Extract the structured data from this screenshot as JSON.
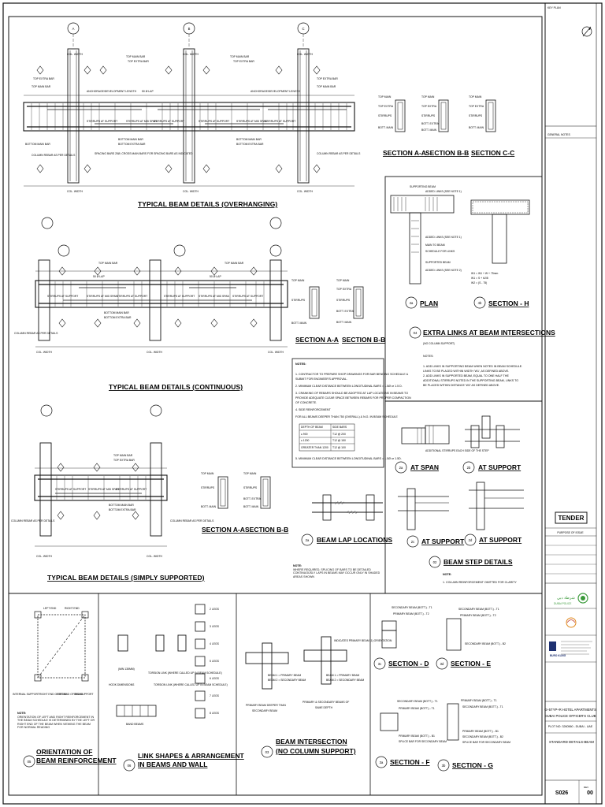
{
  "sheet": {
    "key_plan_label": "KEY PLAN",
    "general_notes_label": "GENERAL NOTES",
    "purpose_of_issue_label": "PURPOSE OF ISSUE",
    "tender_stamp": "TENDER"
  },
  "titles": {
    "overhanging": "TYPICAL BEAM DETAILS (OVERHANGING)",
    "continuous": "TYPICAL BEAM DETAILS (CONTINUOUS)",
    "simply_supported": "TYPICAL BEAM DETAILS (SIMPLY SUPPORTED)"
  },
  "sections_top": [
    "SECTION A-A",
    "SECTION B-B",
    "SECTION C-C"
  ],
  "sections_cont": [
    "SECTION A-A",
    "SECTION B-B"
  ],
  "sections_simple": [
    "SECTION A-A",
    "SECTION B-B"
  ],
  "extra_links": {
    "plan_num": "4a",
    "plan": "PLAN",
    "sec_num": "4b",
    "sec": "SECTION - H",
    "detail_num": "04",
    "detail_title": "EXTRA LINKS AT BEAM INTERSECTIONS",
    "detail_sub": "(NO COLUMN SUPPORT)",
    "notes_label": "NOTES:",
    "notes": [
      "1. ADD LINKS IN SUPPORTING BEAM WHEN NOTED IN BEAM SCHEDULE.",
      "   LINKS TO BE PLACED WITHIN WIDTH 'W1', AS DEFINED ABOVE.",
      "2. ADD LINKS IN SUPPORTED BEAM, EQUAL TO ONE HALF THE",
      "   ADDITIONAL STIRRUPS NOTED IN THE SUPPORTING BEAM, LINKS TO",
      "   BE PLACED WITHIN DISTANCE 'W2' AS DEFINED ABOVE."
    ],
    "plan_labels": [
      "SUPPORTING BEAM",
      "ADDED LINKS (SEE NOTE 1)",
      "MAIN TO BEAM",
      "SCHEDULE FOR LINKS",
      "SUPPORTED BEAM",
      "ADDED LINKS (SEE NOTE 2)"
    ],
    "w_labels": [
      "W1 = W1 + W + 75mm",
      "W1 = S + b2/8",
      "W2 = (S - 75)"
    ]
  },
  "notes_box": {
    "heading": "NOTES:",
    "lines": [
      "1. CONTRACTOR TO PREPARE SHOP DRAWINGS FOR BAR BENDING SCHEDULE &",
      "   SUBMIT FOR ENGINEER'S APPROVAL.",
      "2. MINIMUM CLEAR DISTANCE BETWEEN LONGITUDINAL BARS = 1.5Ø or 1.5 D.",
      "3. CRANKING OF REBARS SHOULD BE ADOPTED AT LAP LOCATIONS IN BEAMS TO",
      "   PROVIDE ADEQUATE CLEAR SPACE BETWEEN REBARS FOR PROPER COMPACTION",
      "   OF CONCRETE.",
      "4. SIDE REINFORCEMENT",
      "   FOR ALL BEAMS DEEPER THAN 750 (OVERALL) & N.G. IN BEAM SCHEDULE",
      "5. MINIMUM CLEAR DISTANCE BETWEEN LONGITUDINAL BARS = 1.5Ø or 1.5D."
    ],
    "table_head": [
      "DEPTH OF BEAM",
      "SIDE BARS"
    ],
    "table_rows": [
      [
        "≤ 900",
        "T12 @ 200"
      ],
      [
        "≤ 1200",
        "T12 @ 150"
      ],
      [
        "GREATER THAN 1200",
        "T12 @ 100"
      ]
    ]
  },
  "lap": {
    "num": "2a",
    "title": "BEAM LAP LOCATIONS",
    "note_label": "NOTE:",
    "note": "WHERE REQUIRED, SPLICING OF BARS TO BE DETAILED CONTINUOUSLY LAPS IN BEAMS MAY OCCUR ONLY IN SHADED AREAS SHOWN"
  },
  "step": {
    "a_num": "2a",
    "a": "AT SPAN",
    "b_num": "2b",
    "b": "AT SUPPORT",
    "c_num": "2c",
    "c": "AT SUPPORT",
    "d_num": "2d",
    "d": "AT SUPPORT",
    "detail_num": "02",
    "detail_title": "BEAM STEP DETAILS",
    "note_label": "NOTE:",
    "note": "1. COLUMN REINFORCEMENT OMITTED FOR CLARITY",
    "labels": [
      "ADDITIONAL STIRRUPS EACH SIDE OF THE STEP"
    ]
  },
  "orientation": {
    "num": "05",
    "title_1": "ORIENTATION OF",
    "title_2": "BEAM REINFORCEMENT",
    "labels": [
      "LEFT END",
      "RIGHT END",
      "INTERNAL SUPPORT",
      "RIGHT END OF BEAM",
      "LEFT END OF BEAM",
      "END SUPPORT"
    ],
    "note_label": "NOTE:",
    "note": "ORIENTATION OF LEFT AND RIGHT REINFORCEMENT IN THE BEAM SCHEDULE IS DETERMINED BY THE LEFT OR RIGHT END OF THE BEAM WHEN VIEWING THE BEAM FOR NORMAL READING"
  },
  "links": {
    "num": "06",
    "title_1": "LINK SHAPES & ARRANGEMENT",
    "title_2": "IN BEAMS AND WALL",
    "labels": [
      "HOOK DIMENSIONS",
      "TORSION LINK (WHERE CALLED UP IN BEAM SCHEDULE)",
      "BAND BEAMS",
      "(MIN 135MM)"
    ],
    "legs": [
      "2 LEGS",
      "3 LEGS",
      "4 LEGS",
      "5 LEGS",
      "6 LEGS",
      "7 LEGS",
      "8 LEGS"
    ]
  },
  "intersection": {
    "num": "03",
    "title_1": "BEAM INTERSECTION",
    "title_2": "(NO COLUMN SUPPORT)",
    "caption_1a": "PRIMARY BEAM DEEPER THAN",
    "caption_1b": "SECONDARY BEAM",
    "caption_2a": "PRIMARY & SECONDARY BEAMS OF",
    "caption_2b": "SAME DEPTH",
    "labels": [
      "BEAM 1 = PRIMARY BEAM",
      "BEAM 2 = SECONDARY BEAM",
      "INDICATES PRIMARY BEAM (1) ORIENTATION"
    ]
  },
  "sections_de": {
    "d_num": "3c",
    "d": "SECTION - D",
    "e_num": "3d",
    "e": "SECTION - E",
    "f_num": "3a",
    "f": "SECTION - F",
    "g_num": "3b",
    "g": "SECTION - G",
    "labels_d": [
      "SECONDARY BEAM (BOTT.) - T1",
      "PRIMARY BEAM (BOTT.) - T2"
    ],
    "labels_e": [
      "SECONDARY BEAM (BOTT.) - T1",
      "PRIMARY BEAM (BOTT.) - T2",
      "SECONDARY BEAM (BOTT.) - B2"
    ],
    "labels_f": [
      "SECONDARY BEAM (BOTT.) - T1",
      "PRIMARY BEAM (BOTT.) - T1",
      "PRIMARY BEAM (BOTT.) - B1",
      "SPLICE BAR FOR SECONDARY BEAM"
    ],
    "labels_g": [
      "PRIMARY BEAM (BOTT.) - T1",
      "SECONDARY BEAM (BOTT.) - T1",
      "PRIMARY BEAM (BOTT.) - B1",
      "SECONDARY BEAM (BOTT.) - B2",
      "SPLICE BAR FOR SECONDARY BEAM"
    ]
  },
  "beam_labels": {
    "top_main": "TOP MAIN BAR",
    "top_extra": "TOP EXTRA BAR",
    "bottom_main": "BOTTOM MAIN BAR",
    "bottom_extra": "BOTTOM EXTRA BAR",
    "stirrups_support": "STIRRUPS AT SUPPORT",
    "stirrups_span": "STIRRUPS AT MID SPAN",
    "col_width": "COL. WIDTH",
    "column_rebar": "COLUMN REBAR AS PER DETAILS",
    "sec_labels": [
      "TOP MAIN",
      "TOP EXTRA",
      "STIRRUPS",
      "BOTT. EXTRA",
      "BOTT. MAIN"
    ],
    "dev_length": "ANCHORAGE/DEVELOPMENT LENGTH",
    "lap": "50 Ø LAP",
    "spacing_note": "SPACING BARS 25Ø, CROSS MAIN BARS FOR SPACING BARS AS INDICATED",
    "grid_letters": [
      "A",
      "B",
      "C"
    ]
  },
  "title_block": {
    "client_logo_text": "DUBAI POLICE",
    "client_arabic": "شرطة دبي",
    "consultant": "BURO KLING",
    "project_line_1": "G+5TYP+R HOTEL APARTMENTS",
    "project_line_2": "DUBAI POLICE OFFICER'S CLUB",
    "plot": "PLOT NO: 3260560 - DUBAI - UAE",
    "drawing_title": "STANDARD DETAILS-BEAM",
    "drawing_no": "S026",
    "rev_label": "REV",
    "rev": "00"
  },
  "colors": {
    "ink": "#111111",
    "green": "#3a9a3a",
    "orange": "#e08a1e",
    "navy": "#1e3070"
  }
}
